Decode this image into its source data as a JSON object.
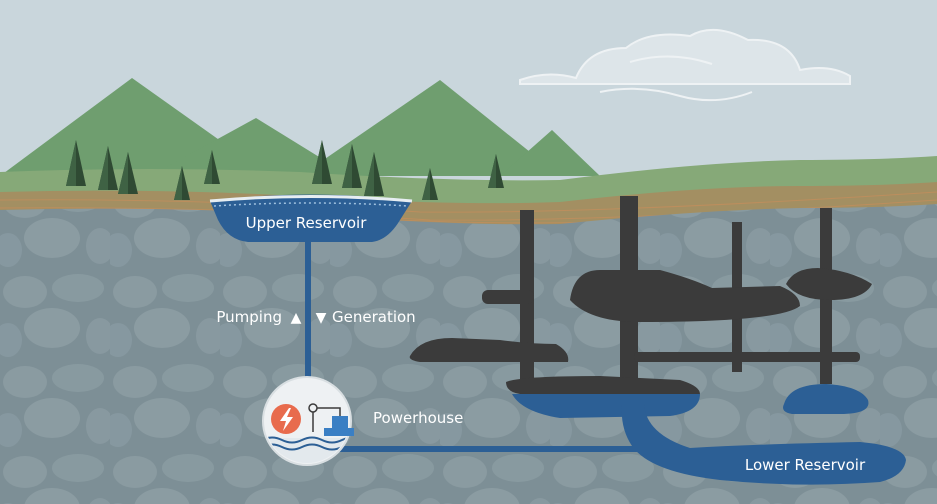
{
  "labels": {
    "upper_reservoir": "Upper Reservoir",
    "pumping": "Pumping",
    "generation": "Generation",
    "powerhouse": "Powerhouse",
    "lower_reservoir": "Lower Reservoir"
  },
  "symbols": {
    "pumping_arrow": "▲",
    "generation_arrow": "▼"
  },
  "icons": {
    "powerhouse": "lightning-bolt-icon",
    "turbine": "turbine-icon"
  },
  "colors": {
    "sky": "#c9d6dc",
    "mountain": "#6f9e6f",
    "grass": "#86a978",
    "soil": "#a38f62",
    "rock": "#7d8f96",
    "water": "#2c5f95",
    "mine": "#3b3b3b",
    "accent": "#e86b4d"
  }
}
